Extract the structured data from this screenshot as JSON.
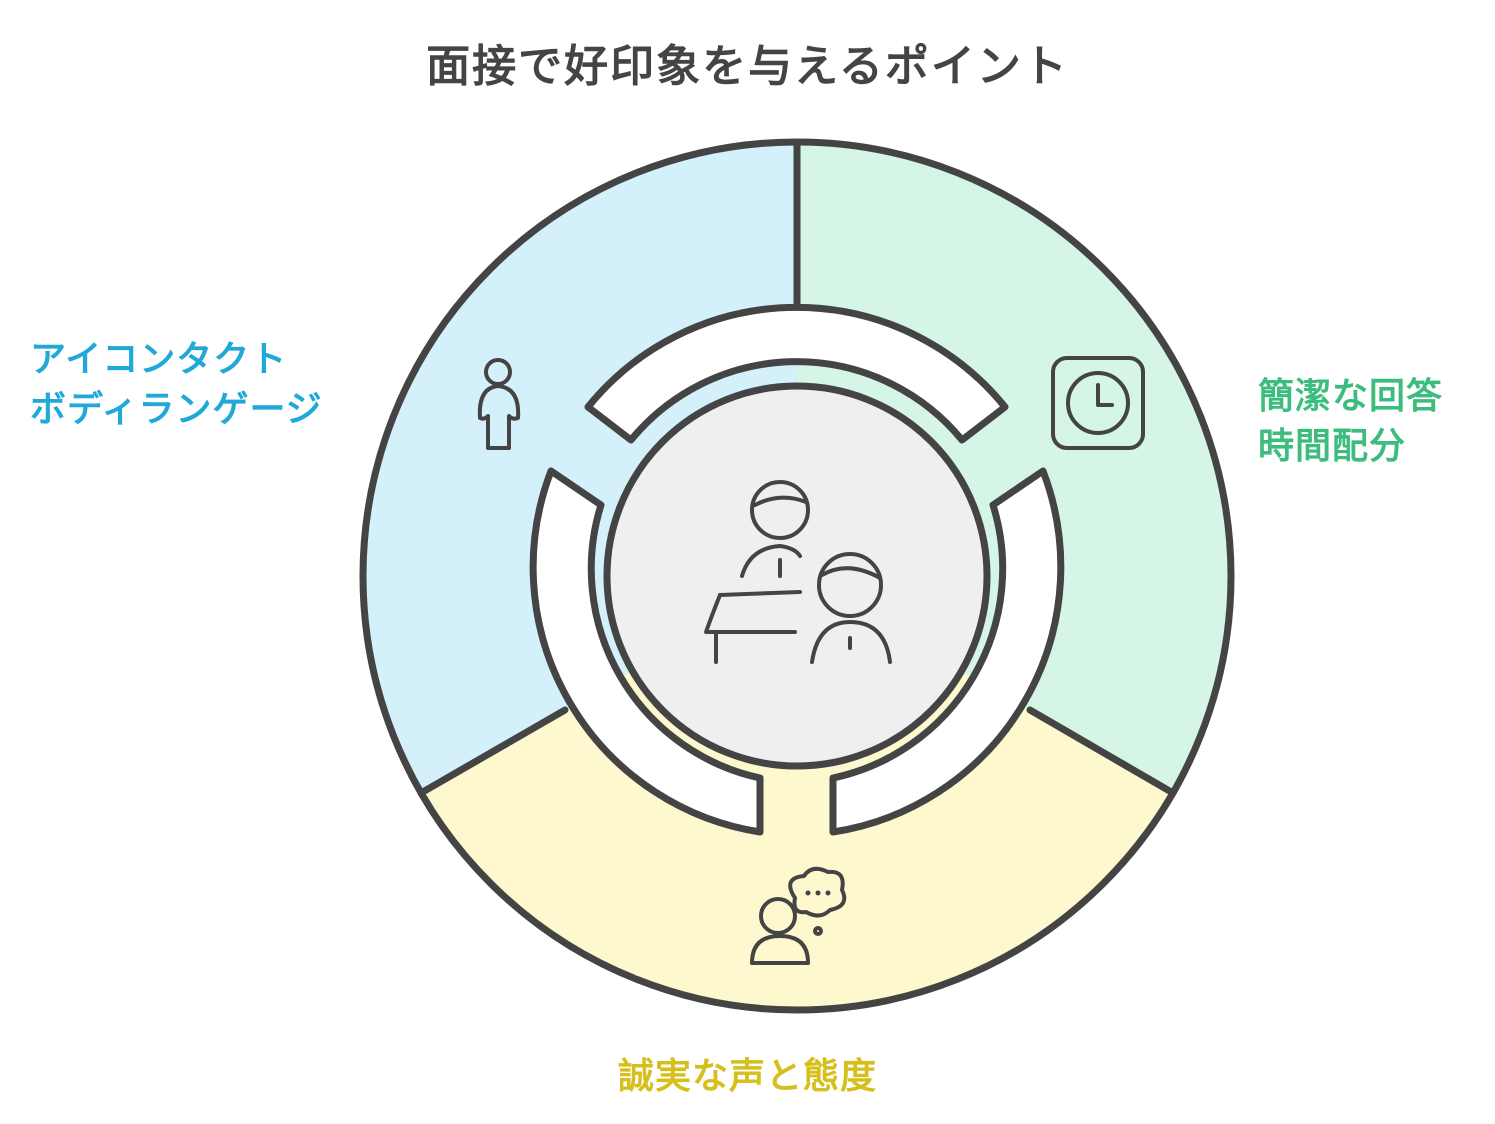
{
  "title": "面接で好印象を与えるポイント",
  "segments": [
    {
      "id": "left",
      "lines": [
        "アイコンタクト",
        "ボディランゲージ"
      ],
      "color": "#1fa8d8",
      "fill": "#d3f0fb",
      "icon": "person-icon"
    },
    {
      "id": "right",
      "lines": [
        "簡潔な回答",
        "時間配分"
      ],
      "color": "#3dbd7d",
      "fill": "#d5f5e6",
      "icon": "clock-icon"
    },
    {
      "id": "bottom",
      "lines": [
        "誠実な声と態度"
      ],
      "color": "#d6bf1a",
      "fill": "#fdf8cd",
      "icon": "speaking-person-icon"
    }
  ],
  "center": {
    "icon": "interview-icon",
    "fill": "#efefef"
  }
}
